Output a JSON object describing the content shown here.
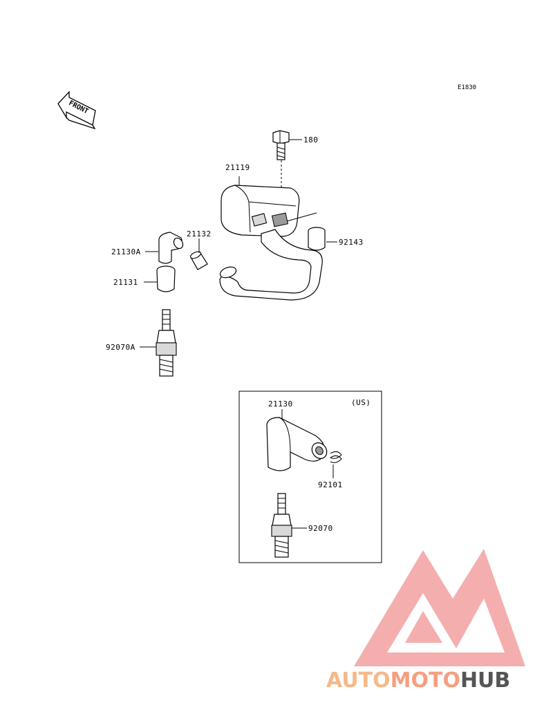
{
  "diagram": {
    "ref_code": "E1830",
    "front_label": "FRONT",
    "inset_region": "(US)",
    "parts": {
      "bolt": "180",
      "coil": "21119",
      "cap_a": "21130A",
      "cap_bush": "21132",
      "cap_cover": "21131",
      "tube": "92143",
      "plug_a": "92070A",
      "cap_us": "21130",
      "spring_us": "92101",
      "plug_us": "92070"
    }
  },
  "watermark": {
    "brand_part1": "AUTO",
    "brand_part2": "MOTO",
    "brand_part3": "HUB",
    "colors": {
      "primary": "#f4a080",
      "secondary": "#f5b98a",
      "dark": "#555555",
      "triangle": "#f4a0a0"
    }
  }
}
